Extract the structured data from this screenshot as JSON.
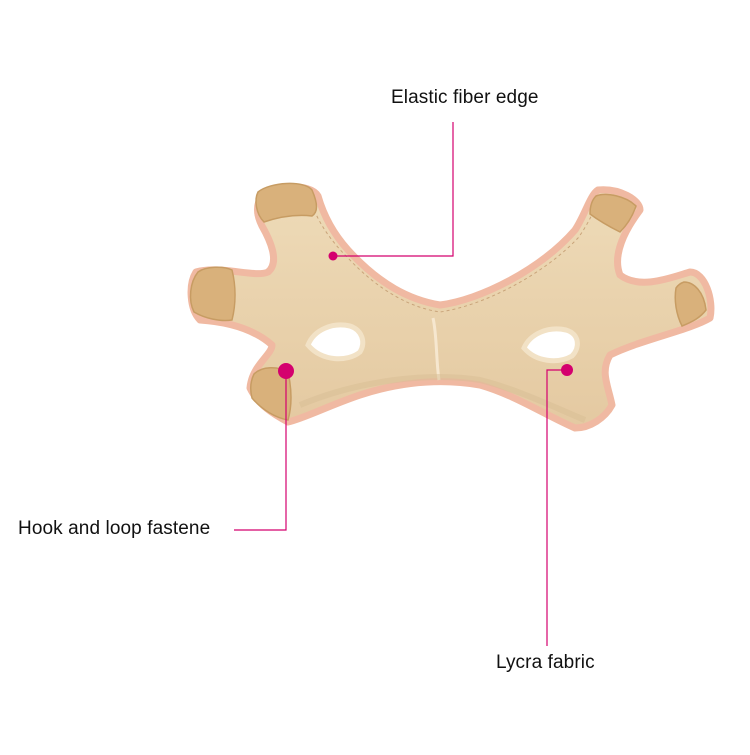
{
  "labels": {
    "elastic_fiber_edge": "Elastic fiber edge",
    "hook_and_loop": "Hook and loop fastene",
    "lycra_fabric": "Lycra fabric"
  },
  "colors": {
    "background": "#ffffff",
    "fabric": "#e9d3ad",
    "fabric_shadow": "#dcc39a",
    "elastic_edge": "#f0b9a2",
    "velcro_tab": "#d9b17b",
    "callout_accent": "#d4006e",
    "text": "#111111"
  }
}
